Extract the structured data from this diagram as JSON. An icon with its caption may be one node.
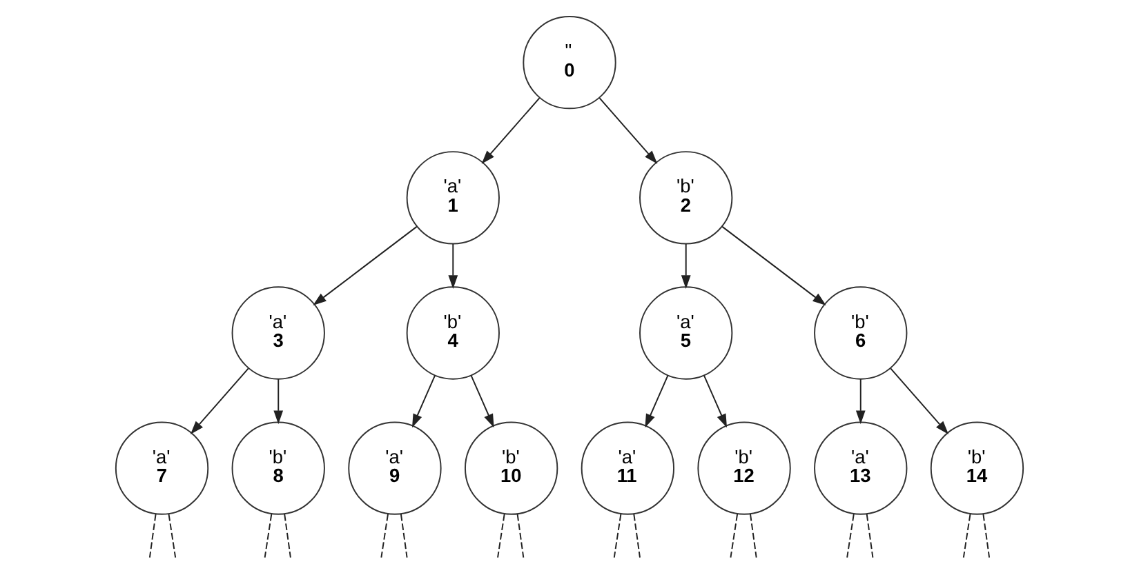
{
  "diagram": {
    "nodes": [
      {
        "text": [
          "''",
          "0"
        ]
      },
      {
        "text": [
          "'a'",
          "1"
        ]
      },
      {
        "text": [
          "'b'",
          "2"
        ]
      },
      {
        "text": [
          "'a'",
          "3"
        ]
      },
      {
        "text": [
          "'b'",
          "4"
        ]
      },
      {
        "text": [
          "'a'",
          "5"
        ]
      },
      {
        "text": [
          "'b'",
          "6"
        ]
      },
      {
        "text": [
          "'a'",
          "7"
        ]
      },
      {
        "text": [
          "'b'",
          "8"
        ]
      },
      {
        "text": [
          "'a'",
          "9"
        ]
      },
      {
        "text": [
          "'b'",
          "10"
        ]
      },
      {
        "text": [
          "'a'",
          "11"
        ]
      },
      {
        "text": [
          "'b'",
          "12"
        ]
      },
      {
        "text": [
          "'a'",
          "13"
        ]
      },
      {
        "text": [
          "'b'",
          "14"
        ]
      }
    ],
    "edges": [
      {
        "from": 0,
        "to": 1,
        "arrow": "to"
      },
      {
        "from": 0,
        "to": 2,
        "arrow": "to"
      },
      {
        "from": 1,
        "to": 3,
        "arrow": "to"
      },
      {
        "from": 1,
        "to": 4,
        "arrow": "to"
      },
      {
        "from": 2,
        "to": 5,
        "arrow": "to"
      },
      {
        "from": 2,
        "to": 6,
        "arrow": "to"
      },
      {
        "from": 3,
        "to": 7,
        "arrow": "to"
      },
      {
        "from": 3,
        "to": 8,
        "arrow": "to"
      },
      {
        "from": 4,
        "to": 9,
        "arrow": "to"
      },
      {
        "from": 4,
        "to": 10,
        "arrow": "to"
      },
      {
        "from": 5,
        "to": 11,
        "arrow": "to"
      },
      {
        "from": 5,
        "to": 12,
        "arrow": "to"
      },
      {
        "from": 6,
        "to": 13,
        "arrow": "to"
      },
      {
        "from": 6,
        "to": 14,
        "arrow": "to"
      },
      {
        "from": 7,
        "to": null,
        "arrow": "none",
        "style": "dashed"
      },
      {
        "from": 7,
        "to": null,
        "arrow": "none",
        "style": "dashed"
      },
      {
        "from": 8,
        "to": null,
        "arrow": "none",
        "style": "dashed"
      },
      {
        "from": 8,
        "to": null,
        "arrow": "none",
        "style": "dashed"
      },
      {
        "from": 9,
        "to": null,
        "arrow": "none",
        "style": "dashed"
      },
      {
        "from": 9,
        "to": null,
        "arrow": "none",
        "style": "dashed"
      },
      {
        "from": 10,
        "to": null,
        "arrow": "none",
        "style": "dashed"
      },
      {
        "from": 10,
        "to": null,
        "arrow": "none",
        "style": "dashed"
      },
      {
        "from": 11,
        "to": null,
        "arrow": "none",
        "style": "dashed"
      },
      {
        "from": 11,
        "to": null,
        "arrow": "none",
        "style": "dashed"
      },
      {
        "from": 12,
        "to": null,
        "arrow": "none",
        "style": "dashed"
      },
      {
        "from": 12,
        "to": null,
        "arrow": "none",
        "style": "dashed"
      },
      {
        "from": 13,
        "to": null,
        "arrow": "none",
        "style": "dashed"
      },
      {
        "from": 13,
        "to": null,
        "arrow": "none",
        "style": "dashed"
      },
      {
        "from": 14,
        "to": null,
        "arrow": "none",
        "style": "dashed"
      },
      {
        "from": 14,
        "to": null,
        "arrow": "none",
        "style": "dashed"
      }
    ]
  }
}
